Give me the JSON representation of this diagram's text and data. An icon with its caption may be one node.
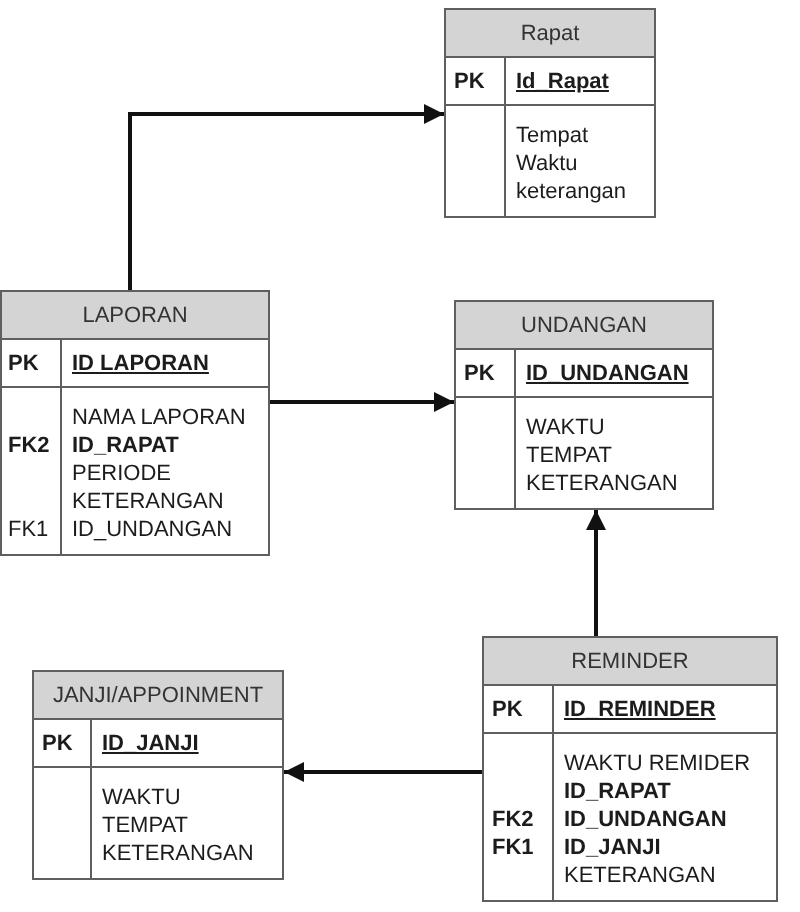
{
  "diagram": {
    "nodes": [
      {
        "text": [
          "Rapat",
          "PK",
          "Id_Rapat",
          "Tempat",
          "Waktu",
          "keterangan"
        ]
      },
      {
        "text": [
          "LAPORAN",
          "PK",
          "ID LAPORAN",
          "FK2",
          "FK1",
          "NAMA LAPORAN",
          "ID_RAPAT",
          "PERIODE",
          "KETERANGAN",
          "ID_UNDANGAN"
        ]
      },
      {
        "text": [
          "UNDANGAN",
          "PK",
          "ID_UNDANGAN",
          "WAKTU",
          "TEMPAT",
          "KETERANGAN"
        ]
      },
      {
        "text": [
          "JANJI/APPOINMENT",
          "PK",
          "ID_JANJI",
          "WAKTU",
          "TEMPAT",
          "KETERANGAN"
        ]
      },
      {
        "text": [
          "REMINDER",
          "PK",
          "ID_REMINDER",
          "FK2",
          "FK1",
          "WAKTU REMIDER",
          "ID_RAPAT",
          "ID_UNDANGAN",
          "ID_JANJI",
          "KETERANGAN"
        ]
      }
    ],
    "edges": [
      {
        "from": 1,
        "to": 0,
        "arrow": "to"
      },
      {
        "from": 1,
        "to": 2,
        "arrow": "to"
      },
      {
        "from": 4,
        "to": 2,
        "arrow": "to"
      },
      {
        "from": 4,
        "to": 3,
        "arrow": "to"
      }
    ]
  }
}
